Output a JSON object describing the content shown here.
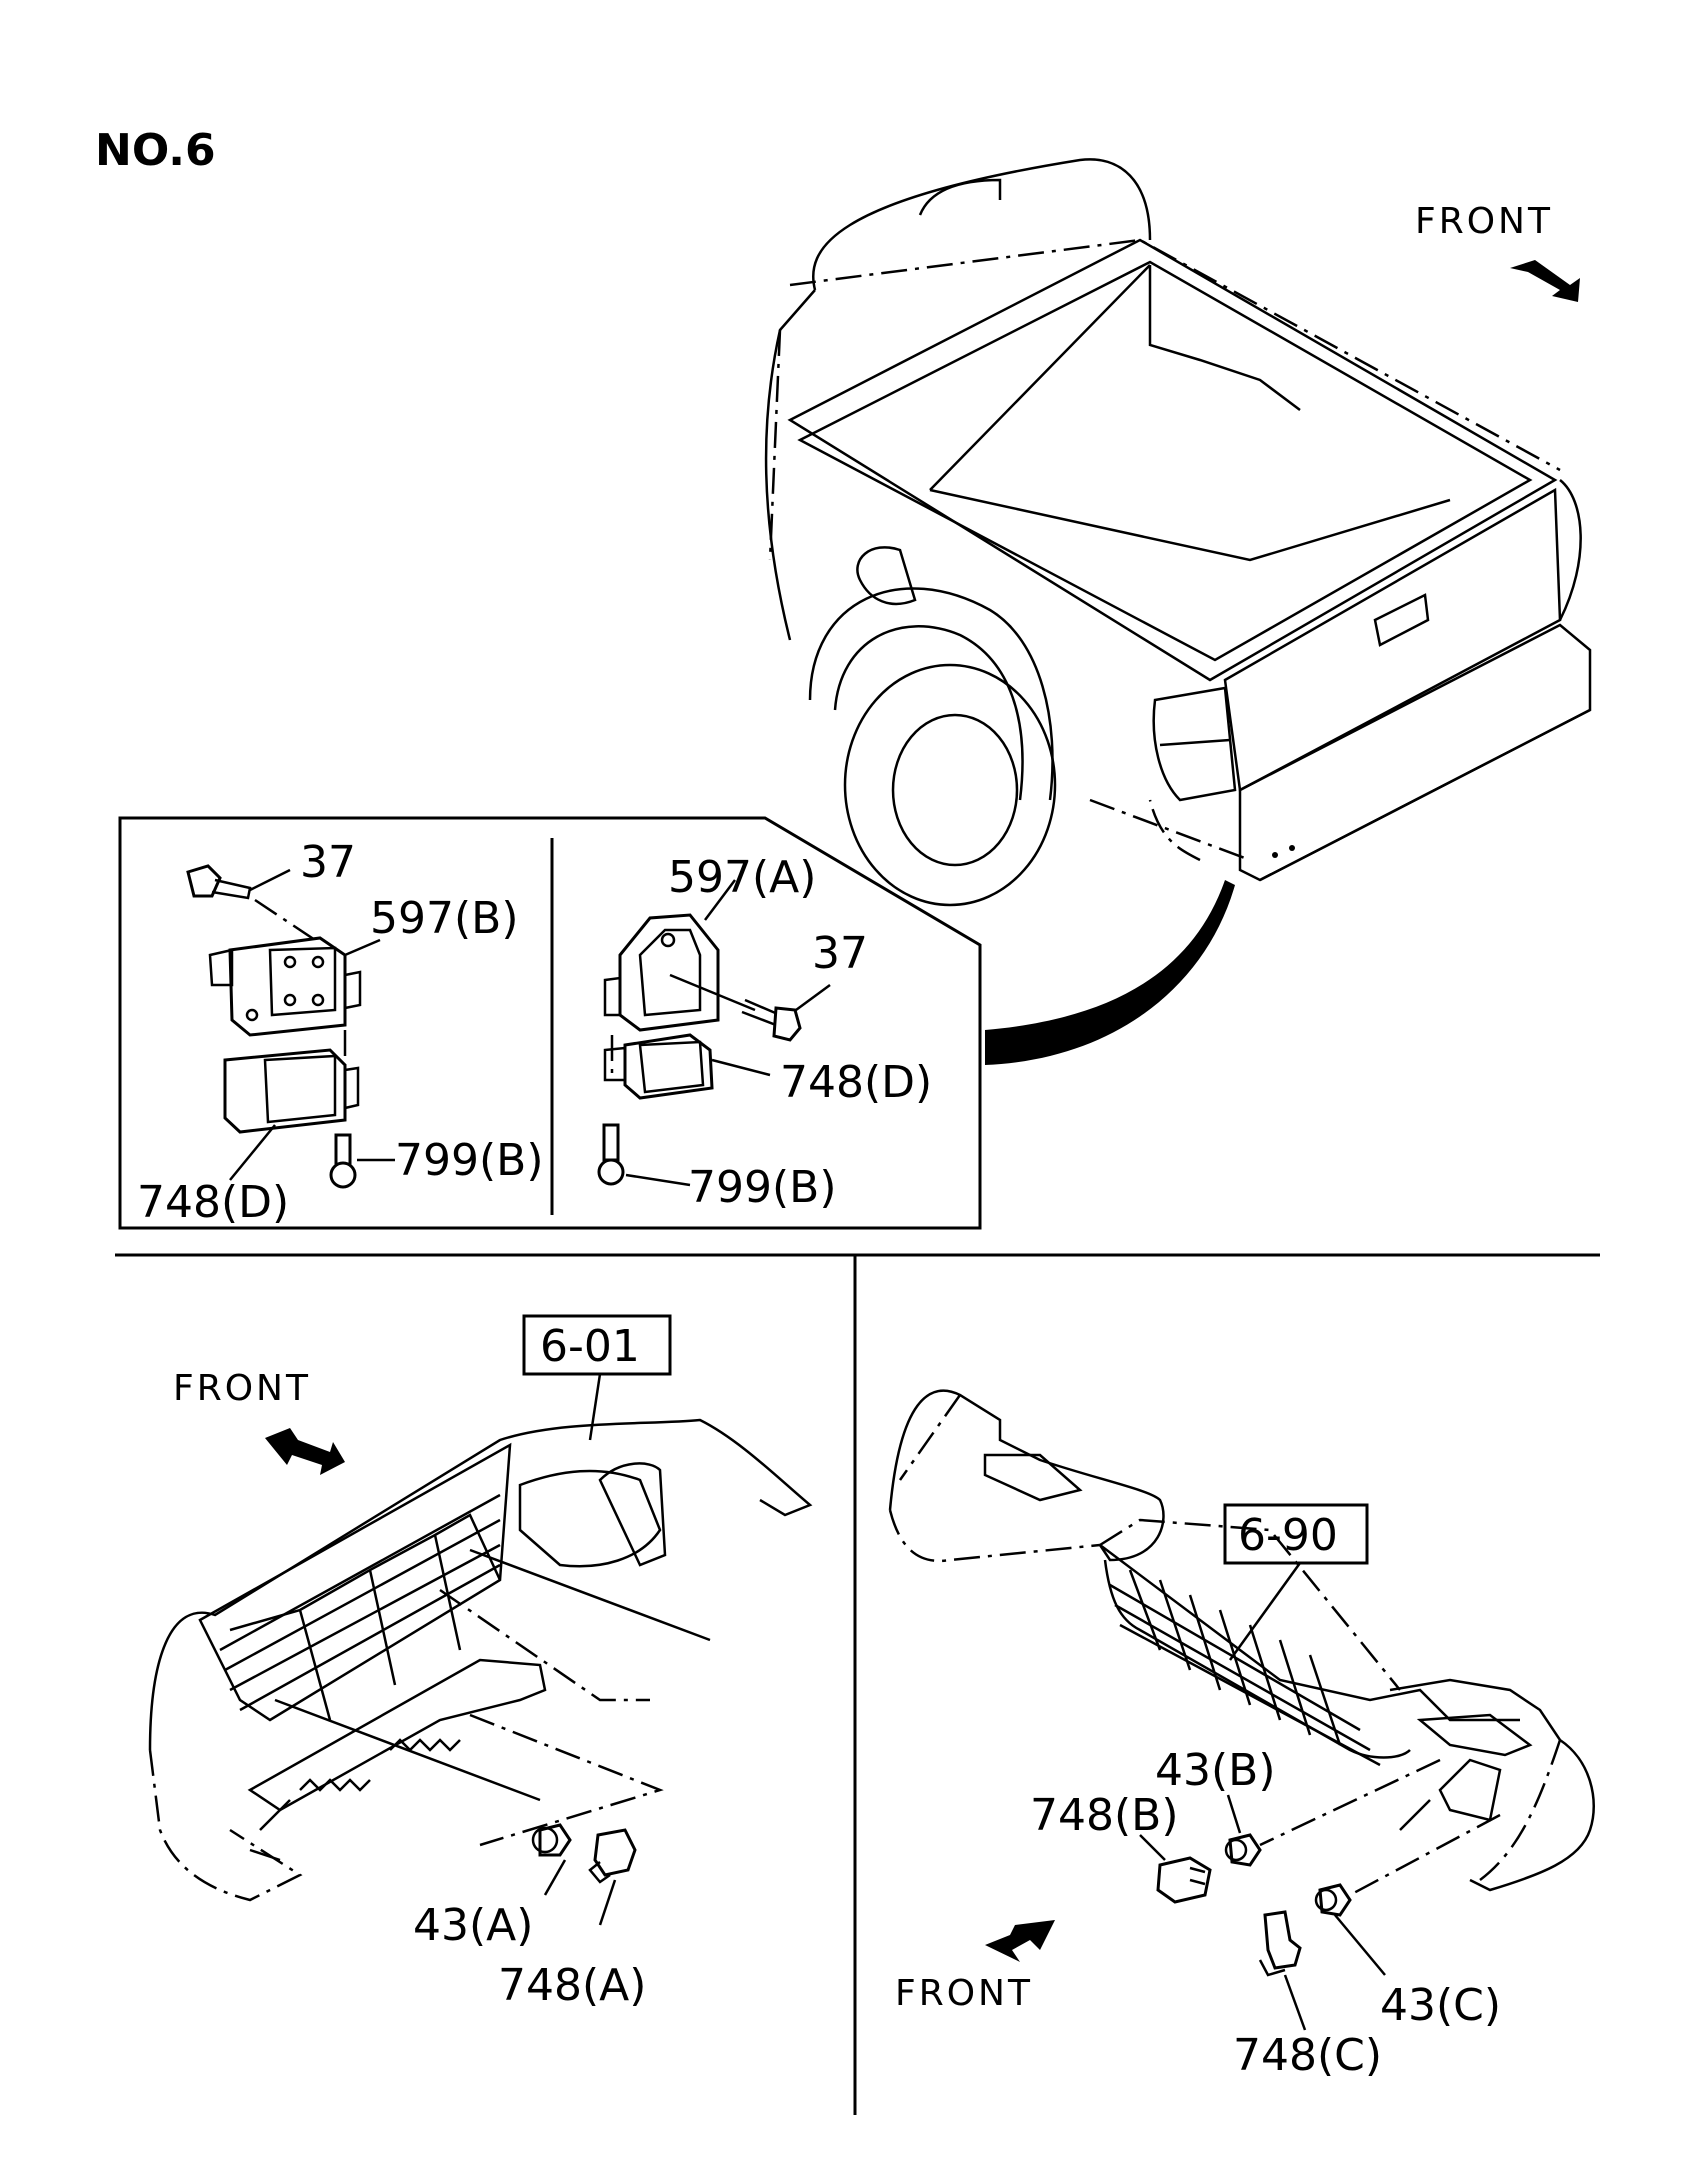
{
  "title": "NO.6",
  "front_labels": [
    "FRONT",
    "FRONT",
    "FRONT"
  ],
  "boxed_refs": [
    "6-01",
    "6-90"
  ],
  "inset_left": {
    "bolt": "37",
    "bracket": "597(B)",
    "module": "748(D)",
    "screw": "799(B)"
  },
  "inset_right": {
    "bracket": "597(A)",
    "bolt": "37",
    "module": "748(D)",
    "screw": "799(B)"
  },
  "front_bumper": {
    "grommet": "43(A)",
    "sensor": "748(A)"
  },
  "rear_bumper": {
    "grommet_b": "43(B)",
    "sensor_b": "748(B)",
    "grommet_c": "43(C)",
    "sensor_c": "748(C)"
  }
}
